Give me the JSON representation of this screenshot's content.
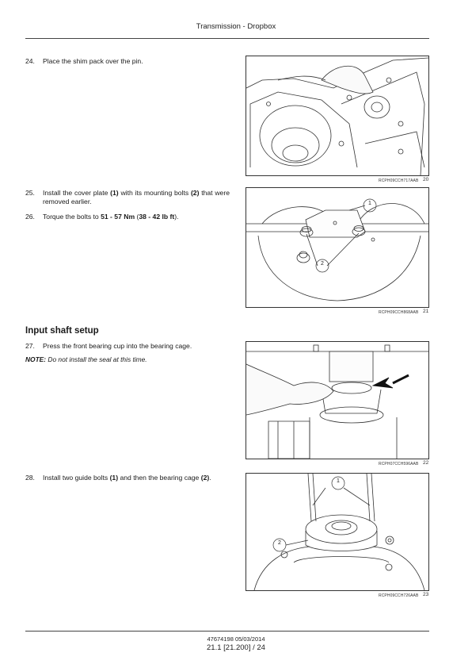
{
  "header": {
    "title": "Transmission - Dropbox"
  },
  "section": {
    "title": "Input shaft setup"
  },
  "steps": [
    {
      "num": "24.",
      "parts": [
        "Place the shim pack over the pin."
      ]
    },
    {
      "num": "25.",
      "parts": [
        "Install the cover plate ",
        "(1)",
        " with its mounting bolts ",
        "(2)",
        " that were removed earlier."
      ]
    },
    {
      "num": "26.",
      "parts": [
        "Torque the bolts to ",
        "51 - 57 Nm",
        " (",
        "38 - 42 lb ft",
        ")."
      ]
    },
    {
      "num": "27.",
      "parts": [
        "Press the front bearing cup into the bearing cage."
      ]
    },
    {
      "num": "28.",
      "parts": [
        "Install two guide bolts ",
        "(1)",
        " and then the bearing cage ",
        "(2)",
        "."
      ]
    }
  ],
  "note": {
    "label": "NOTE:",
    "text": " Do not install the seal at this time."
  },
  "figures": [
    {
      "code": "RCPH09CCH717AAB",
      "number": "20"
    },
    {
      "code": "RCPH09CCH868AAB",
      "number": "21",
      "callouts": [
        "1",
        "2"
      ]
    },
    {
      "code": "RCPH07CCH596AAB",
      "number": "22"
    },
    {
      "code": "RCPH09CCH726AAB",
      "number": "23",
      "callouts": [
        "1",
        "2"
      ]
    }
  ],
  "footer": {
    "doc": "47674198 05/03/2014",
    "page": "21.1 [21.200] / 24"
  }
}
